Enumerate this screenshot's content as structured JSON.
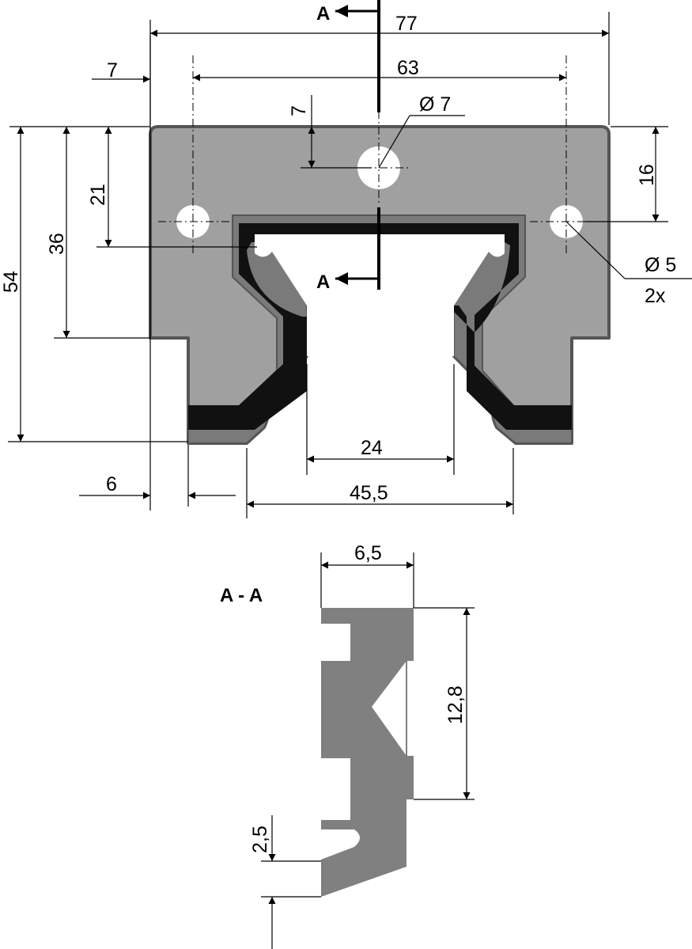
{
  "section_marker": "A",
  "section_title": "A - A",
  "dims": {
    "d77": "77",
    "d63": "63",
    "d7_left": "7",
    "d7_top": "7",
    "dia7": "Ø 7",
    "d16": "16",
    "d21": "21",
    "d36": "36",
    "d54": "54",
    "dia5": "Ø 5",
    "qty2x": "2x",
    "d24": "24",
    "d45_5": "45,5",
    "d6": "6",
    "d6_5": "6,5",
    "d12_8": "12,8",
    "d2_5": "2,5"
  }
}
